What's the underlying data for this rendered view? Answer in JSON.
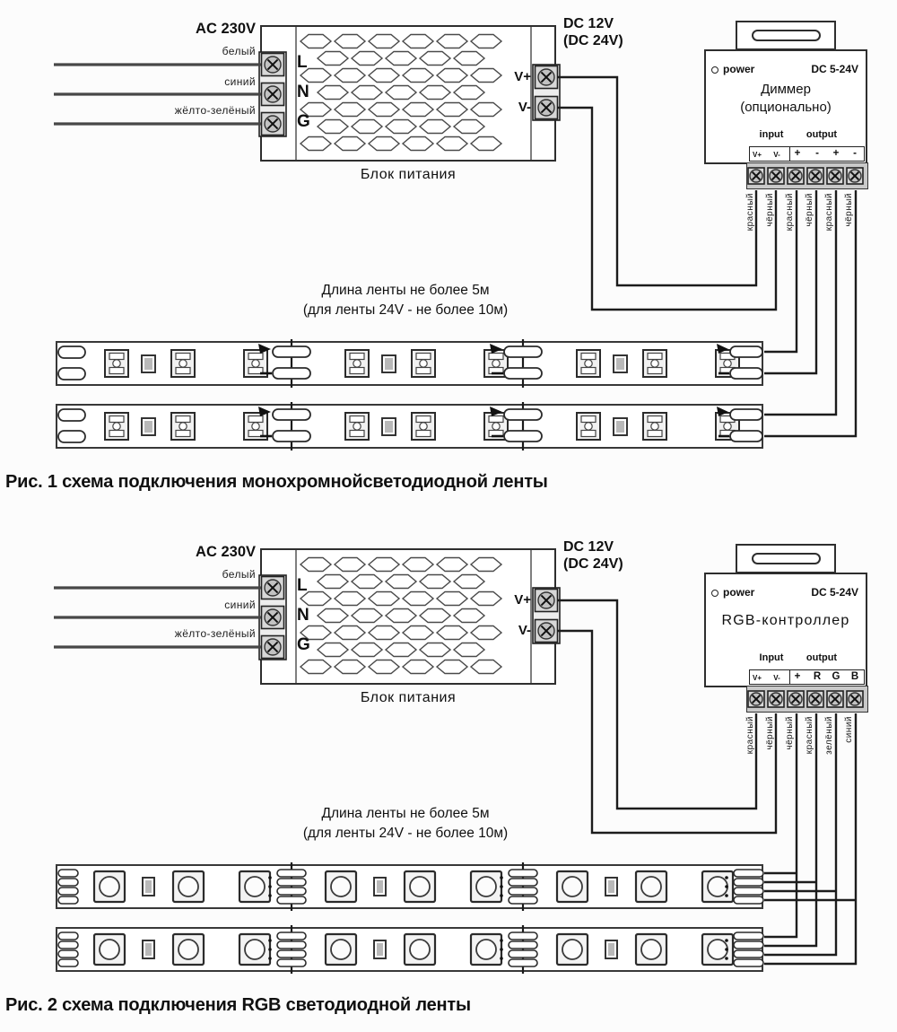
{
  "figures": [
    {
      "ac_voltage": "AC 230V",
      "input_wires": [
        "белый",
        "синий",
        "жёлто-зелёный"
      ],
      "psu_terminals_in": [
        "L",
        "N",
        "G"
      ],
      "psu_terminals_out": [
        "V+",
        "V-"
      ],
      "psu_caption": "Блок питания",
      "dc_voltage_line1": "DC 12V",
      "dc_voltage_line2": "(DC 24V)",
      "controller_power_label": "power",
      "controller_voltage": "DC 5-24V",
      "controller_title": "Диммер",
      "controller_subtitle": "(опционально)",
      "controller_input_label": "input",
      "controller_output_label": "output",
      "controller_terminals": [
        "V+",
        "V-",
        "+",
        "-",
        "+",
        "-"
      ],
      "wire_colors": [
        "красный",
        "чёрный",
        "красный",
        "чёрный",
        "красный",
        "чёрный"
      ],
      "length_note_line1": "Длина ленты не более 5м",
      "length_note_line2": "(для ленты 24V - не более 10м)",
      "caption": "Рис. 1 схема подключения монохромнойсветодиодной ленты"
    },
    {
      "ac_voltage": "AC 230V",
      "input_wires": [
        "белый",
        "синий",
        "жёлто-зелёный"
      ],
      "psu_terminals_in": [
        "L",
        "N",
        "G"
      ],
      "psu_terminals_out": [
        "V+",
        "V-"
      ],
      "psu_caption": "Блок питания",
      "dc_voltage_line1": "DC 12V",
      "dc_voltage_line2": "(DC 24V)",
      "controller_power_label": "power",
      "controller_voltage": "DC 5-24V",
      "controller_title": "RGB-контроллер",
      "controller_subtitle": "",
      "controller_input_label": "Input",
      "controller_output_label": "output",
      "controller_terminals": [
        "V+",
        "V-",
        "+",
        "R",
        "G",
        "B"
      ],
      "wire_colors": [
        "красный",
        "чёрный",
        "чёрный",
        "красный",
        "зелёный",
        "синий"
      ],
      "length_note_line1": "Длина ленты не более 5м",
      "length_note_line2": "(для ленты 24V - не более 10м)",
      "caption": "Рис. 2 схема подключения RGB светодиодной ленты"
    }
  ],
  "colors": {
    "wire_ac": "#474747",
    "wire_dc": "#1c1c1c",
    "terminal_block": "#c9c9c9",
    "outline": "#2e2e2e"
  }
}
